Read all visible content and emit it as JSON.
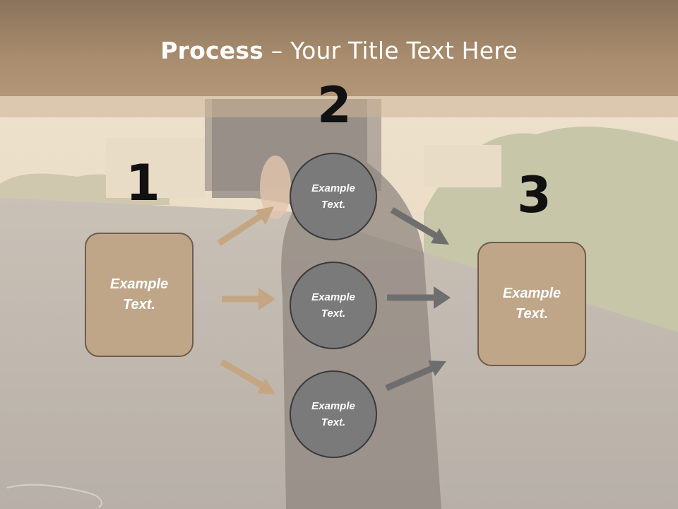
{
  "title": {
    "bold": "Process",
    "rest": " – Your Title Text Here"
  },
  "steps": {
    "n1": "1",
    "n2": "2",
    "n3": "3"
  },
  "left_box": {
    "text_line1": "Example",
    "text_line2": "Text."
  },
  "right_box": {
    "text_line1": "Example",
    "text_line2": "Text."
  },
  "circles": [
    {
      "line1": "Example",
      "line2": "Text."
    },
    {
      "line1": "Example",
      "line2": "Text."
    },
    {
      "line1": "Example",
      "line2": "Text."
    }
  ],
  "colors": {
    "title_band": "#a88c6d",
    "box_fill": "#bfa688",
    "circle_fill": "#7a7a7a",
    "left_arrows": "#c4a682",
    "right_arrows": "#6e6e6e"
  }
}
